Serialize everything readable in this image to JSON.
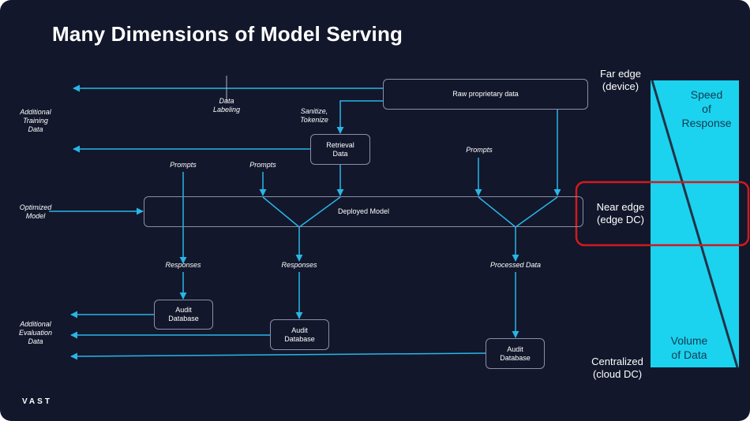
{
  "title": "Many Dimensions of Model Serving",
  "logo": "VAST",
  "boxes": {
    "raw": "Raw proprietary data",
    "retrieval_1": "Retrieval",
    "retrieval_2": "Data",
    "deployed": "Deployed Model",
    "audit_line1": "Audit",
    "audit_line2": "Database"
  },
  "labels": {
    "data_labeling_1": "Data",
    "data_labeling_2": "Labeling",
    "sanitize_1": "Sanitize,",
    "sanitize_2": "Tokenize",
    "prompts": "Prompts",
    "responses": "Responses",
    "processed": "Processed Data"
  },
  "left_labels": {
    "additional_training": [
      "Additional",
      "Training",
      "Data"
    ],
    "optimized_model": [
      "Optimized",
      "Model"
    ],
    "additional_evaluation": [
      "Additional",
      "Evaluation",
      "Data"
    ]
  },
  "side_labels": {
    "far_edge": [
      "Far edge",
      "(device)"
    ],
    "near_edge": [
      "Near edge",
      "(edge DC)"
    ],
    "centralized": [
      "Centralized",
      "(cloud DC)"
    ]
  },
  "bar": {
    "speed": [
      "Speed",
      "of",
      "Response"
    ],
    "volume": [
      "Volume",
      "of Data"
    ],
    "color": "#1bd3ef"
  },
  "colors": {
    "background": "#12172b",
    "arrow": "#29b6e6",
    "highlight": "#d11a1f"
  }
}
